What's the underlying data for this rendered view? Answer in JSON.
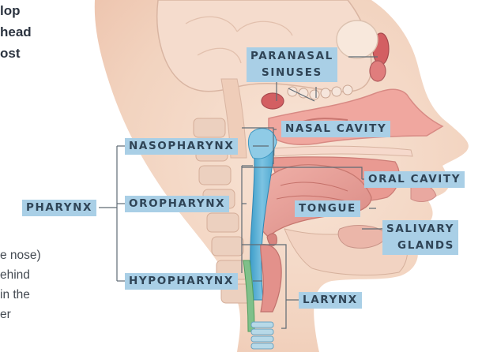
{
  "intro_fragment": [
    "lop",
    "head",
    "ost"
  ],
  "side_text_fragment": [
    "e nose)",
    "ehind",
    "in the",
    "er"
  ],
  "labels": {
    "paranasal_sinuses": [
      "PARANASAL",
      "SINUSES"
    ],
    "nasal_cavity": "NASAL CAVITY",
    "nasopharynx": "NASOPHARYNX",
    "oral_cavity": "ORAL CAVITY",
    "pharynx": "PHARYNX",
    "oropharynx": "OROPHARYNX",
    "tongue": "TONGUE",
    "salivary_glands": [
      "SALIVARY",
      "GLANDS"
    ],
    "hypopharynx": "HYPOPHARYNX",
    "larynx": "LARYNX"
  },
  "colors": {
    "label_bg": "#a9cfe6",
    "label_text": "#2f4456",
    "skin": "#f4d9c8",
    "pharynx_blue": "#6fb6d8",
    "tissue_pink": "#e69a93"
  }
}
